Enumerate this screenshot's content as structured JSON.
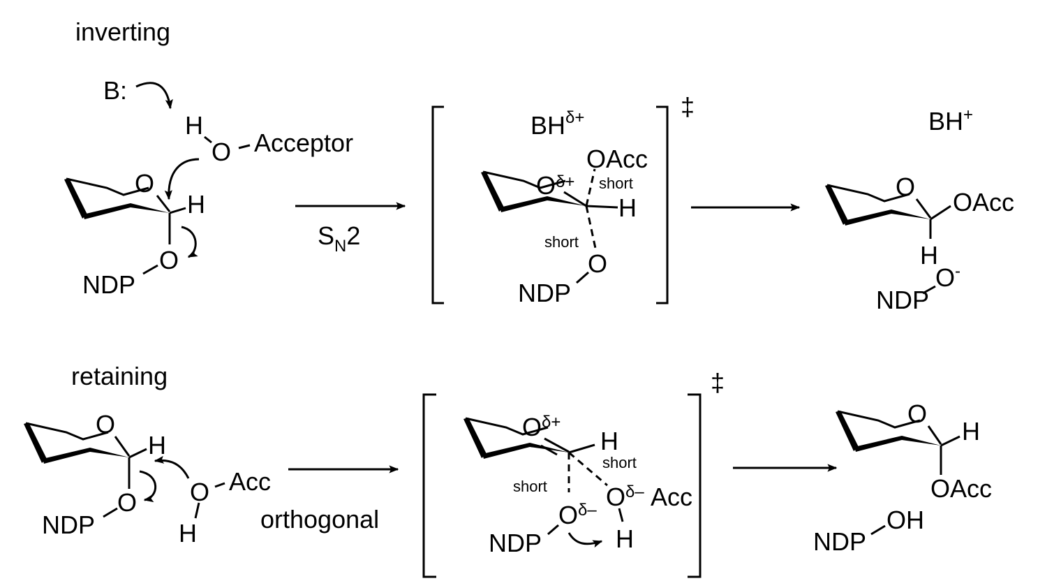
{
  "top": {
    "label": "inverting",
    "base": "B:",
    "h": "H",
    "o_nuc": "O",
    "acceptor": "Acceptor",
    "ring_o": "O",
    "anomeric_h": "H",
    "leaving_o": "O",
    "ndp": "NDP",
    "arrow_label_s": "S",
    "arrow_label_n": "N",
    "arrow_label_2": "2",
    "ts": {
      "bh": "BH",
      "bh_charge": "δ+",
      "dagger": "‡",
      "ring_o": "O",
      "ring_o_charge": "δ+",
      "oacc": "OAcc",
      "short1": "short",
      "h": "H",
      "short2": "short",
      "o": "O",
      "ndp": "NDP"
    },
    "product": {
      "bh": "BH",
      "bh_charge": "+",
      "ring_o": "O",
      "oacc": "OAcc",
      "h": "H",
      "o": "O",
      "o_charge": "-",
      "ndp": "NDP"
    }
  },
  "bottom": {
    "label": "retaining",
    "ring_o": "O",
    "anomeric_h": "H",
    "leaving_o": "O",
    "ndp": "NDP",
    "o_nuc": "O",
    "h": "H",
    "acc": "Acc",
    "arrow_label": "orthogonal",
    "ts": {
      "dagger": "‡",
      "ring_o": "O",
      "ring_o_charge": "δ+",
      "h": "H",
      "short1": "short",
      "short2": "short",
      "o_ndp": "O",
      "o_ndp_charge": "δ–",
      "o_acc": "O",
      "o_acc_charge": "δ–",
      "acc": "Acc",
      "h2": "H",
      "ndp": "NDP"
    },
    "product": {
      "ring_o": "O",
      "h": "H",
      "oacc": "OAcc",
      "ndp": "NDP",
      "oh": "OH"
    }
  }
}
